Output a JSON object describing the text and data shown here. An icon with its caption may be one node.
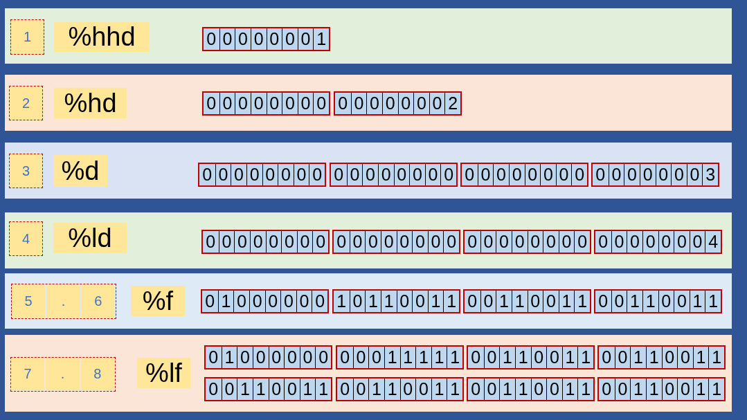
{
  "diagram": {
    "nodes": [
      {
        "text": [],
        "shape": "band"
      },
      {
        "text": [
          "1"
        ],
        "in": 0
      },
      {
        "text": [
          "%hhd"
        ],
        "in": 0
      },
      {
        "text": [],
        "shape": "box",
        "in": 0
      },
      {
        "text": [
          "0"
        ],
        "in": 3
      },
      {
        "text": [
          "0"
        ],
        "in": 3
      },
      {
        "text": [
          "0"
        ],
        "in": 3
      },
      {
        "text": [
          "0"
        ],
        "in": 3
      },
      {
        "text": [
          "0"
        ],
        "in": 3
      },
      {
        "text": [
          "0"
        ],
        "in": 3
      },
      {
        "text": [
          "0"
        ],
        "in": 3
      },
      {
        "text": [
          "1"
        ],
        "in": 3
      },
      {
        "text": [],
        "shape": "band"
      },
      {
        "text": [
          "2"
        ],
        "in": 12
      },
      {
        "text": [
          "%hd"
        ],
        "in": 12
      },
      {
        "text": [],
        "shape": "box",
        "in": 12
      },
      {
        "text": [
          "0"
        ],
        "in": 15
      },
      {
        "text": [
          "0"
        ],
        "in": 15
      },
      {
        "text": [
          "0"
        ],
        "in": 15
      },
      {
        "text": [
          "0"
        ],
        "in": 15
      },
      {
        "text": [
          "0"
        ],
        "in": 15
      },
      {
        "text": [
          "0"
        ],
        "in": 15
      },
      {
        "text": [
          "0"
        ],
        "in": 15
      },
      {
        "text": [
          "0"
        ],
        "in": 15
      },
      {
        "text": [],
        "shape": "box",
        "in": 12
      },
      {
        "text": [
          "0"
        ],
        "in": 24
      },
      {
        "text": [
          "0"
        ],
        "in": 24
      },
      {
        "text": [
          "0"
        ],
        "in": 24
      },
      {
        "text": [
          "0"
        ],
        "in": 24
      },
      {
        "text": [
          "0"
        ],
        "in": 24
      },
      {
        "text": [
          "0"
        ],
        "in": 24
      },
      {
        "text": [
          "0"
        ],
        "in": 24
      },
      {
        "text": [
          "2"
        ],
        "in": 24
      },
      {
        "text": [],
        "shape": "band"
      },
      {
        "text": [
          "3"
        ],
        "in": 33
      },
      {
        "text": [
          "%d"
        ],
        "in": 33
      },
      {
        "text": [],
        "shape": "box",
        "in": 33
      },
      {
        "text": [
          "0"
        ],
        "in": 36
      },
      {
        "text": [
          "0"
        ],
        "in": 36
      },
      {
        "text": [
          "0"
        ],
        "in": 36
      },
      {
        "text": [
          "0"
        ],
        "in": 36
      },
      {
        "text": [
          "0"
        ],
        "in": 36
      },
      {
        "text": [
          "0"
        ],
        "in": 36
      },
      {
        "text": [
          "0"
        ],
        "in": 36
      },
      {
        "text": [
          "0"
        ],
        "in": 36
      },
      {
        "text": [],
        "shape": "box",
        "in": 33
      },
      {
        "text": [
          "0"
        ],
        "in": 45
      },
      {
        "text": [
          "0"
        ],
        "in": 45
      },
      {
        "text": [
          "0"
        ],
        "in": 45
      },
      {
        "text": [
          "0"
        ],
        "in": 45
      },
      {
        "text": [
          "0"
        ],
        "in": 45
      },
      {
        "text": [
          "0"
        ],
        "in": 45
      },
      {
        "text": [
          "0"
        ],
        "in": 45
      },
      {
        "text": [
          "0"
        ],
        "in": 45
      },
      {
        "text": [],
        "shape": "box",
        "in": 33
      },
      {
        "text": [
          "0"
        ],
        "in": 54
      },
      {
        "text": [
          "0"
        ],
        "in": 54
      },
      {
        "text": [
          "0"
        ],
        "in": 54
      },
      {
        "text": [
          "0"
        ],
        "in": 54
      },
      {
        "text": [
          "0"
        ],
        "in": 54
      },
      {
        "text": [
          "0"
        ],
        "in": 54
      },
      {
        "text": [
          "0"
        ],
        "in": 54
      },
      {
        "text": [
          "0"
        ],
        "in": 54
      },
      {
        "text": [],
        "shape": "box",
        "in": 33
      },
      {
        "text": [
          "0"
        ],
        "in": 63
      },
      {
        "text": [
          "0"
        ],
        "in": 63
      },
      {
        "text": [
          "0"
        ],
        "in": 63
      },
      {
        "text": [
          "0"
        ],
        "in": 63
      },
      {
        "text": [
          "0"
        ],
        "in": 63
      },
      {
        "text": [
          "0"
        ],
        "in": 63
      },
      {
        "text": [
          "0"
        ],
        "in": 63
      },
      {
        "text": [
          "3"
        ],
        "in": 63
      },
      {
        "text": [],
        "shape": "band"
      },
      {
        "text": [
          "4"
        ],
        "in": 72
      },
      {
        "text": [
          "%ld"
        ],
        "in": 72
      },
      {
        "text": [],
        "shape": "box",
        "in": 72
      },
      {
        "text": [
          "0"
        ],
        "in": 75
      },
      {
        "text": [
          "0"
        ],
        "in": 75
      },
      {
        "text": [
          "0"
        ],
        "in": 75
      },
      {
        "text": [
          "0"
        ],
        "in": 75
      },
      {
        "text": [
          "0"
        ],
        "in": 75
      },
      {
        "text": [
          "0"
        ],
        "in": 75
      },
      {
        "text": [
          "0"
        ],
        "in": 75
      },
      {
        "text": [
          "0"
        ],
        "in": 75
      },
      {
        "text": [],
        "shape": "box",
        "in": 72
      },
      {
        "text": [
          "0"
        ],
        "in": 84
      },
      {
        "text": [
          "0"
        ],
        "in": 84
      },
      {
        "text": [
          "0"
        ],
        "in": 84
      },
      {
        "text": [
          "0"
        ],
        "in": 84
      },
      {
        "text": [
          "0"
        ],
        "in": 84
      },
      {
        "text": [
          "0"
        ],
        "in": 84
      },
      {
        "text": [
          "0"
        ],
        "in": 84
      },
      {
        "text": [
          "0"
        ],
        "in": 84
      },
      {
        "text": [],
        "shape": "box",
        "in": 72
      },
      {
        "text": [
          "0"
        ],
        "in": 93
      },
      {
        "text": [
          "0"
        ],
        "in": 93
      },
      {
        "text": [
          "0"
        ],
        "in": 93
      },
      {
        "text": [
          "0"
        ],
        "in": 93
      },
      {
        "text": [
          "0"
        ],
        "in": 93
      },
      {
        "text": [
          "0"
        ],
        "in": 93
      },
      {
        "text": [
          "0"
        ],
        "in": 93
      },
      {
        "text": [
          "0"
        ],
        "in": 93
      },
      {
        "text": [],
        "shape": "box",
        "in": 72
      },
      {
        "text": [
          "0"
        ],
        "in": 102
      },
      {
        "text": [
          "0"
        ],
        "in": 102
      },
      {
        "text": [
          "0"
        ],
        "in": 102
      },
      {
        "text": [
          "0"
        ],
        "in": 102
      },
      {
        "text": [
          "0"
        ],
        "in": 102
      },
      {
        "text": [
          "0"
        ],
        "in": 102
      },
      {
        "text": [
          "0"
        ],
        "in": 102
      },
      {
        "text": [
          "4"
        ],
        "in": 102
      },
      {
        "text": [],
        "shape": "band"
      },
      {
        "text": [],
        "shape": "box",
        "in": 111
      },
      {
        "text": [
          "5"
        ],
        "in": 112
      },
      {
        "text": [
          "."
        ],
        "in": 112
      },
      {
        "text": [
          "6"
        ],
        "in": 112
      },
      {
        "text": [
          "%f"
        ],
        "in": 111
      },
      {
        "text": [],
        "shape": "box",
        "in": 111
      },
      {
        "text": [
          "0"
        ],
        "in": 117
      },
      {
        "text": [
          "1"
        ],
        "in": 117
      },
      {
        "text": [
          "0"
        ],
        "in": 117
      },
      {
        "text": [
          "0"
        ],
        "in": 117
      },
      {
        "text": [
          "0"
        ],
        "in": 117
      },
      {
        "text": [
          "0"
        ],
        "in": 117
      },
      {
        "text": [
          "0"
        ],
        "in": 117
      },
      {
        "text": [
          "0"
        ],
        "in": 117
      },
      {
        "text": [],
        "shape": "box",
        "in": 111
      },
      {
        "text": [
          "1"
        ],
        "in": 126
      },
      {
        "text": [
          "0"
        ],
        "in": 126
      },
      {
        "text": [
          "1"
        ],
        "in": 126
      },
      {
        "text": [
          "1"
        ],
        "in": 126
      },
      {
        "text": [
          "0"
        ],
        "in": 126
      },
      {
        "text": [
          "0"
        ],
        "in": 126
      },
      {
        "text": [
          "1"
        ],
        "in": 126
      },
      {
        "text": [
          "1"
        ],
        "in": 126
      },
      {
        "text": [],
        "shape": "box",
        "in": 111
      },
      {
        "text": [
          "0"
        ],
        "in": 135
      },
      {
        "text": [
          "0"
        ],
        "in": 135
      },
      {
        "text": [
          "1"
        ],
        "in": 135
      },
      {
        "text": [
          "1"
        ],
        "in": 135
      },
      {
        "text": [
          "0"
        ],
        "in": 135
      },
      {
        "text": [
          "0"
        ],
        "in": 135
      },
      {
        "text": [
          "1"
        ],
        "in": 135
      },
      {
        "text": [
          "1"
        ],
        "in": 135
      },
      {
        "text": [],
        "shape": "box",
        "in": 111
      },
      {
        "text": [
          "0"
        ],
        "in": 144
      },
      {
        "text": [
          "0"
        ],
        "in": 144
      },
      {
        "text": [
          "1"
        ],
        "in": 144
      },
      {
        "text": [
          "1"
        ],
        "in": 144
      },
      {
        "text": [
          "0"
        ],
        "in": 144
      },
      {
        "text": [
          "0"
        ],
        "in": 144
      },
      {
        "text": [
          "1"
        ],
        "in": 144
      },
      {
        "text": [
          "1"
        ],
        "in": 144
      },
      {
        "text": [],
        "shape": "band"
      },
      {
        "text": [],
        "shape": "box",
        "in": 153
      },
      {
        "text": [
          "7"
        ],
        "in": 154
      },
      {
        "text": [
          "."
        ],
        "in": 154
      },
      {
        "text": [
          "8"
        ],
        "in": 154
      },
      {
        "text": [
          "%lf"
        ],
        "in": 153
      },
      {
        "text": [],
        "shape": "box",
        "in": 153
      },
      {
        "text": [
          "0"
        ],
        "in": 159
      },
      {
        "text": [
          "1"
        ],
        "in": 159
      },
      {
        "text": [
          "0"
        ],
        "in": 159
      },
      {
        "text": [
          "0"
        ],
        "in": 159
      },
      {
        "text": [
          "0"
        ],
        "in": 159
      },
      {
        "text": [
          "0"
        ],
        "in": 159
      },
      {
        "text": [
          "0"
        ],
        "in": 159
      },
      {
        "text": [
          "0"
        ],
        "in": 159
      },
      {
        "text": [],
        "shape": "box",
        "in": 153
      },
      {
        "text": [
          "0"
        ],
        "in": 168
      },
      {
        "text": [
          "0"
        ],
        "in": 168
      },
      {
        "text": [
          "0"
        ],
        "in": 168
      },
      {
        "text": [
          "1"
        ],
        "in": 168
      },
      {
        "text": [
          "1"
        ],
        "in": 168
      },
      {
        "text": [
          "1"
        ],
        "in": 168
      },
      {
        "text": [
          "1"
        ],
        "in": 168
      },
      {
        "text": [
          "1"
        ],
        "in": 168
      },
      {
        "text": [],
        "shape": "box",
        "in": 153
      },
      {
        "text": [
          "0"
        ],
        "in": 177
      },
      {
        "text": [
          "0"
        ],
        "in": 177
      },
      {
        "text": [
          "1"
        ],
        "in": 177
      },
      {
        "text": [
          "1"
        ],
        "in": 177
      },
      {
        "text": [
          "0"
        ],
        "in": 177
      },
      {
        "text": [
          "0"
        ],
        "in": 177
      },
      {
        "text": [
          "1"
        ],
        "in": 177
      },
      {
        "text": [
          "1"
        ],
        "in": 177
      },
      {
        "text": [],
        "shape": "box",
        "in": 153
      },
      {
        "text": [
          "0"
        ],
        "in": 186
      },
      {
        "text": [
          "0"
        ],
        "in": 186
      },
      {
        "text": [
          "1"
        ],
        "in": 186
      },
      {
        "text": [
          "1"
        ],
        "in": 186
      },
      {
        "text": [
          "0"
        ],
        "in": 186
      },
      {
        "text": [
          "0"
        ],
        "in": 186
      },
      {
        "text": [
          "1"
        ],
        "in": 186
      },
      {
        "text": [
          "1"
        ],
        "in": 186
      },
      {
        "text": [],
        "shape": "box",
        "in": 153
      },
      {
        "text": [
          "0"
        ],
        "in": 195
      },
      {
        "text": [
          "0"
        ],
        "in": 195
      },
      {
        "text": [
          "1"
        ],
        "in": 195
      },
      {
        "text": [
          "1"
        ],
        "in": 195
      },
      {
        "text": [
          "0"
        ],
        "in": 195
      },
      {
        "text": [
          "0"
        ],
        "in": 195
      },
      {
        "text": [
          "1"
        ],
        "in": 195
      },
      {
        "text": [
          "1"
        ],
        "in": 195
      },
      {
        "text": [],
        "shape": "box",
        "in": 153
      },
      {
        "text": [
          "0"
        ],
        "in": 204
      },
      {
        "text": [
          "0"
        ],
        "in": 204
      },
      {
        "text": [
          "1"
        ],
        "in": 204
      },
      {
        "text": [
          "1"
        ],
        "in": 204
      },
      {
        "text": [
          "0"
        ],
        "in": 204
      },
      {
        "text": [
          "0"
        ],
        "in": 204
      },
      {
        "text": [
          "1"
        ],
        "in": 204
      },
      {
        "text": [
          "1"
        ],
        "in": 204
      },
      {
        "text": [],
        "shape": "box",
        "in": 153
      },
      {
        "text": [
          "0"
        ],
        "in": 213
      },
      {
        "text": [
          "0"
        ],
        "in": 213
      },
      {
        "text": [
          "1"
        ],
        "in": 213
      },
      {
        "text": [
          "1"
        ],
        "in": 213
      },
      {
        "text": [
          "0"
        ],
        "in": 213
      },
      {
        "text": [
          "0"
        ],
        "in": 213
      },
      {
        "text": [
          "1"
        ],
        "in": 213
      },
      {
        "text": [
          "1"
        ],
        "in": 213
      },
      {
        "text": [],
        "shape": "box",
        "in": 153
      },
      {
        "text": [
          "0"
        ],
        "in": 222
      },
      {
        "text": [
          "0"
        ],
        "in": 222
      },
      {
        "text": [
          "1"
        ],
        "in": 222
      },
      {
        "text": [
          "1"
        ],
        "in": 222
      },
      {
        "text": [
          "0"
        ],
        "in": 222
      },
      {
        "text": [
          "0"
        ],
        "in": 222
      },
      {
        "text": [
          "1"
        ],
        "in": 222
      },
      {
        "text": [
          "1"
        ],
        "in": 222
      }
    ]
  }
}
